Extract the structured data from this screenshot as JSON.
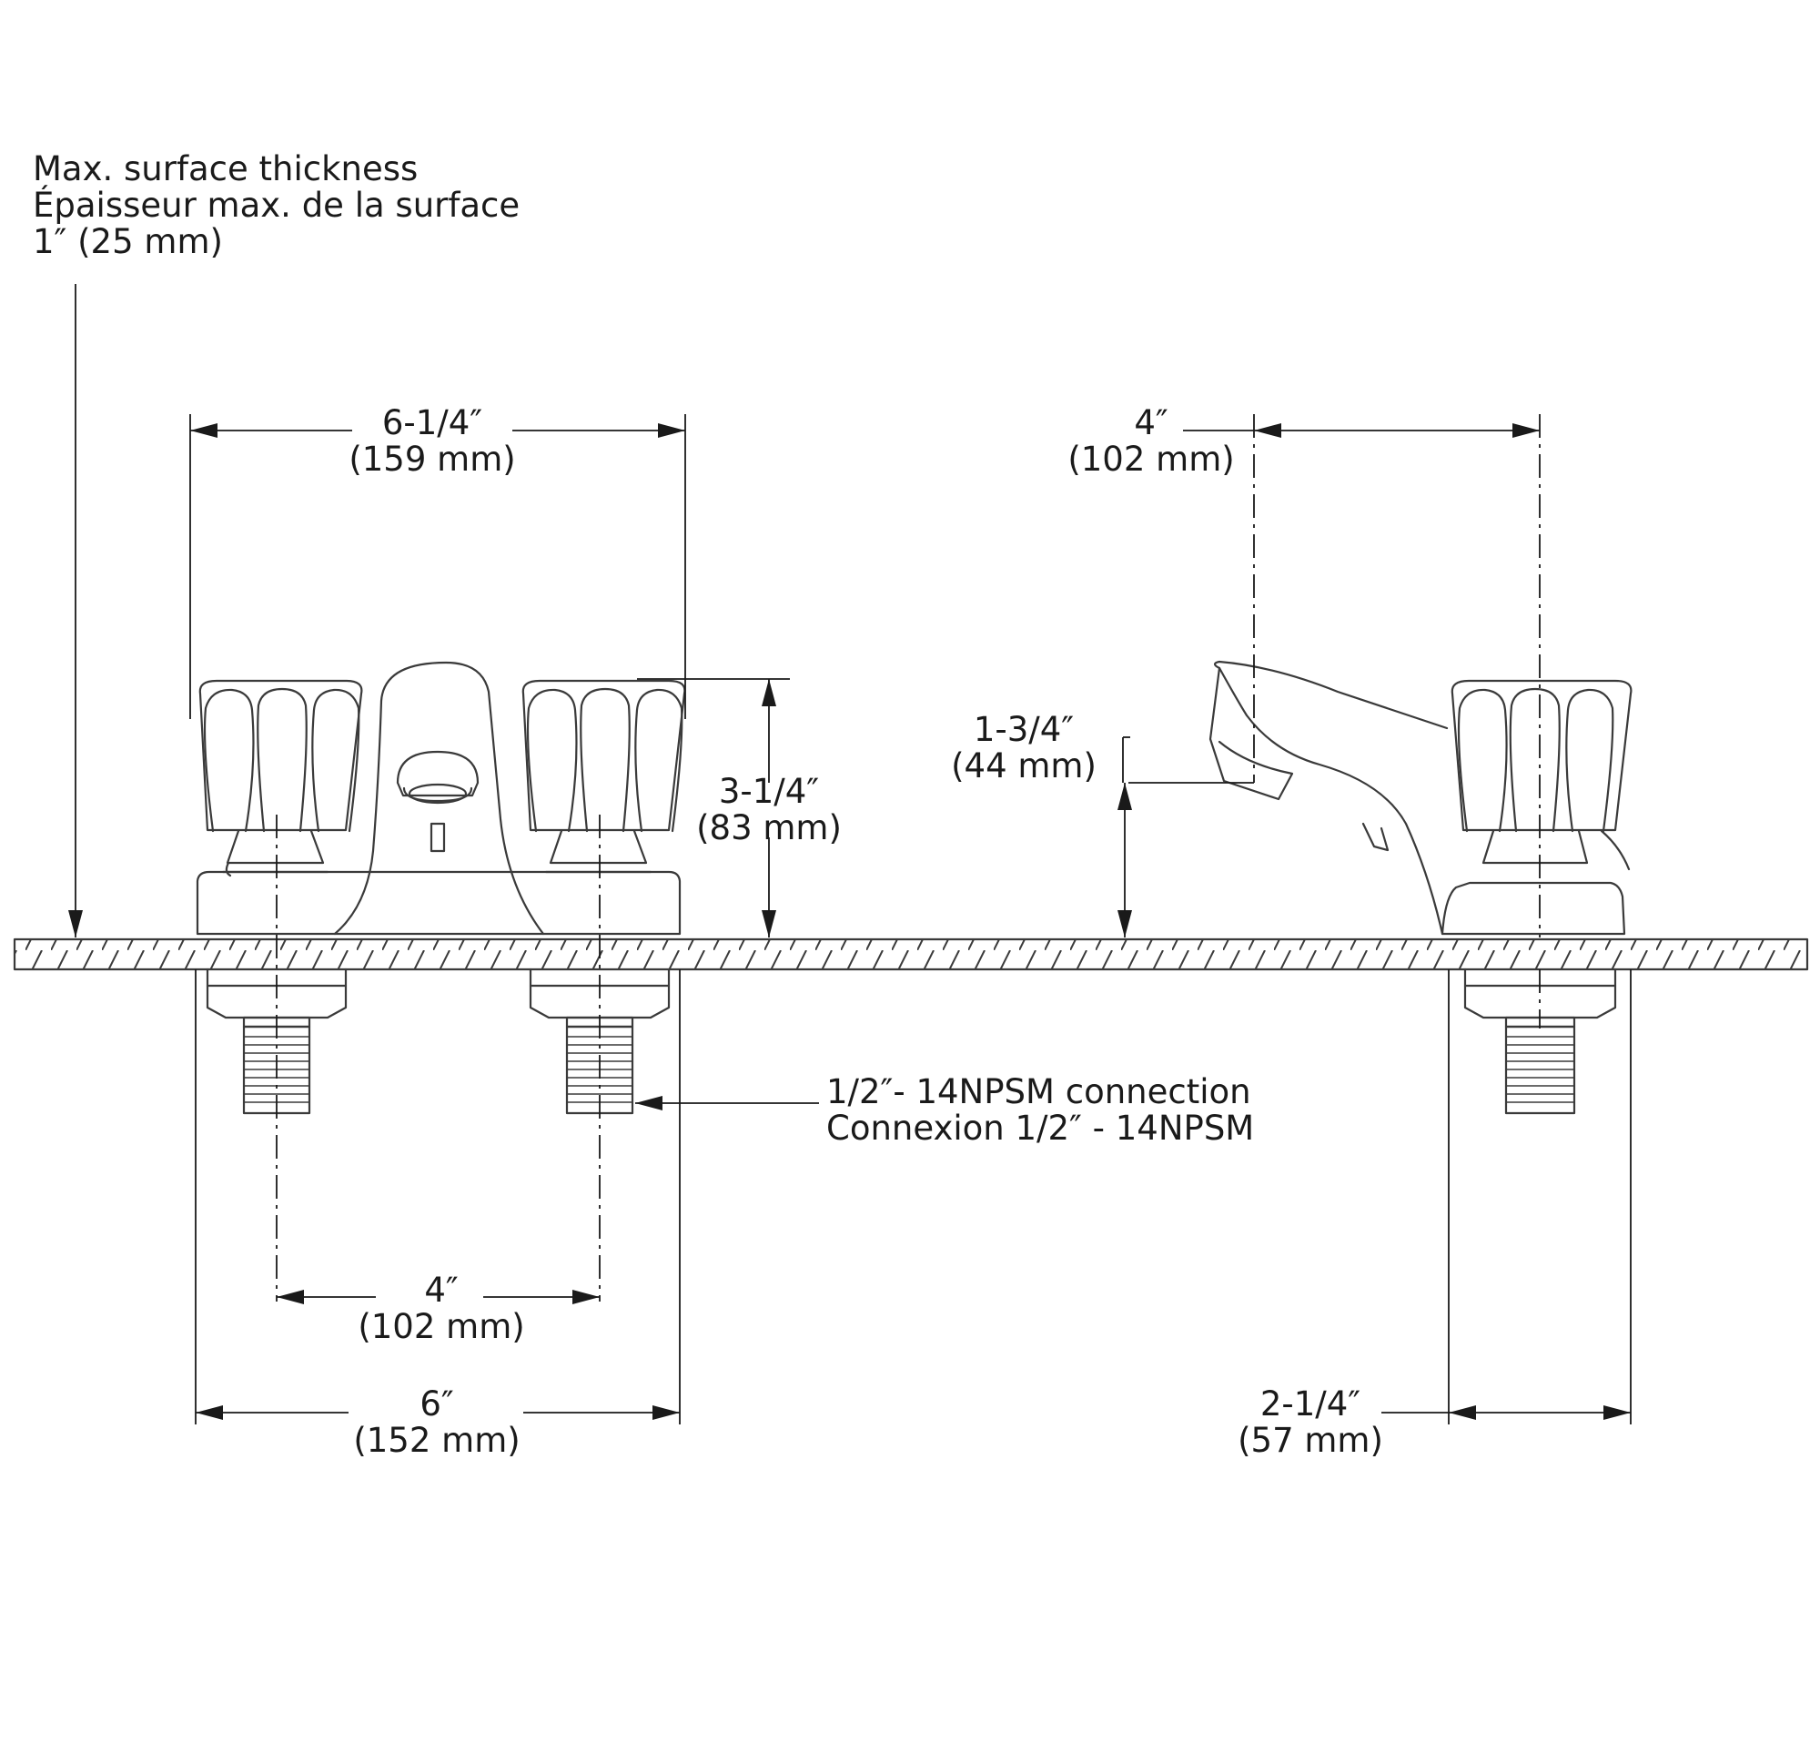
{
  "colors": {
    "line": "#3a3a3a",
    "text": "#1a1a1a",
    "background": "#ffffff"
  },
  "notes": {
    "surface_thickness": [
      "Max. surface thickness",
      "Épaisseur max. de la surface",
      "1″ (25 mm)"
    ],
    "connection": [
      "1/2″- 14NPSM connection",
      "Connexion 1/2″ - 14NPSM"
    ]
  },
  "dimensions": {
    "overall_handle_width": {
      "imperial": "6-1/4″",
      "metric": "(159 mm)"
    },
    "overall_height": {
      "imperial": "3-1/4″",
      "metric": "(83 mm)"
    },
    "centers_bottom": {
      "imperial": "4″",
      "metric": "(102 mm)"
    },
    "base_width": {
      "imperial": "6″",
      "metric": "(152 mm)"
    },
    "spout_reach": {
      "imperial": "4″",
      "metric": "(102 mm)"
    },
    "spout_height": {
      "imperial": "1-3/4″",
      "metric": "(44 mm)"
    },
    "base_depth": {
      "imperial": "2-1/4″",
      "metric": "(57 mm)"
    }
  }
}
